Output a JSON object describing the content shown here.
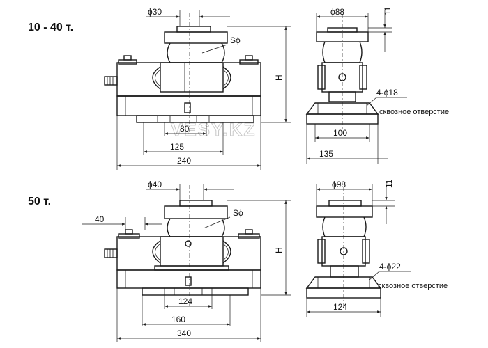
{
  "sections": [
    {
      "title": "10 - 40 т.",
      "side": {
        "top_dia": "ϕ30",
        "sphere": "Sϕ",
        "h": "H",
        "d1": "80",
        "d2": "125",
        "d3": "240"
      },
      "end": {
        "top_dia": "ϕ88",
        "gap": "11",
        "holes": "4-ϕ18",
        "hole_note": "сквозное отверстие",
        "d1": "100",
        "d2": "135"
      }
    },
    {
      "title": "50 т.",
      "side": {
        "top_dia": "ϕ40",
        "left_dim": "40",
        "sphere": "Sϕ",
        "h": "H",
        "d1": "124",
        "d2": "160",
        "d3": "340"
      },
      "end": {
        "top_dia": "ϕ98",
        "gap": "11",
        "holes": "4-ϕ22",
        "hole_note": "сквозное отверстие",
        "d1": "124"
      }
    }
  ],
  "watermark": "VESY.KZ"
}
